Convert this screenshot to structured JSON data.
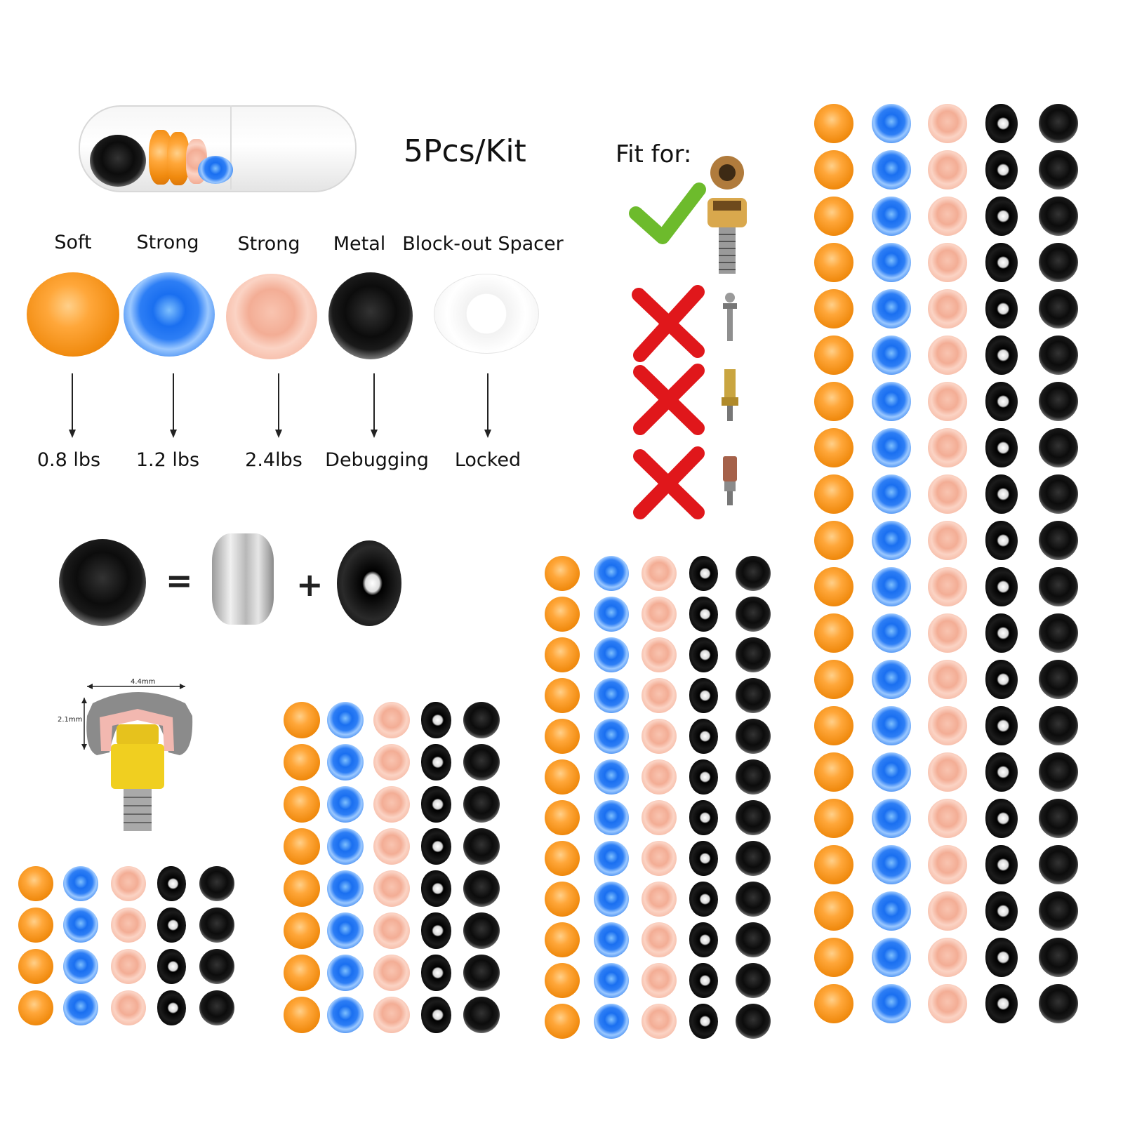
{
  "kit": {
    "title": "5Pcs/Kit"
  },
  "fit": {
    "title": "Fit for:",
    "compatible": [
      true,
      false,
      false,
      false
    ]
  },
  "inserts": [
    {
      "name": "Soft",
      "value": "0.8 lbs",
      "color": "#f28b12"
    },
    {
      "name": "Strong",
      "value": "1.2 lbs",
      "color": "#1f6ff0"
    },
    {
      "name": "Strong",
      "value": "2.4lbs",
      "color": "#f4b29b"
    },
    {
      "name": "Metal",
      "value": "Debugging",
      "color": "#111111"
    },
    {
      "name": "Block-out Spacer",
      "value": "Locked",
      "color": "#ffffff"
    }
  ],
  "diagram": {
    "width_label": "4.4mm",
    "height_label": "2.1mm"
  },
  "colors": {
    "check": "#6dbb2c",
    "cross": "#e0171b"
  }
}
